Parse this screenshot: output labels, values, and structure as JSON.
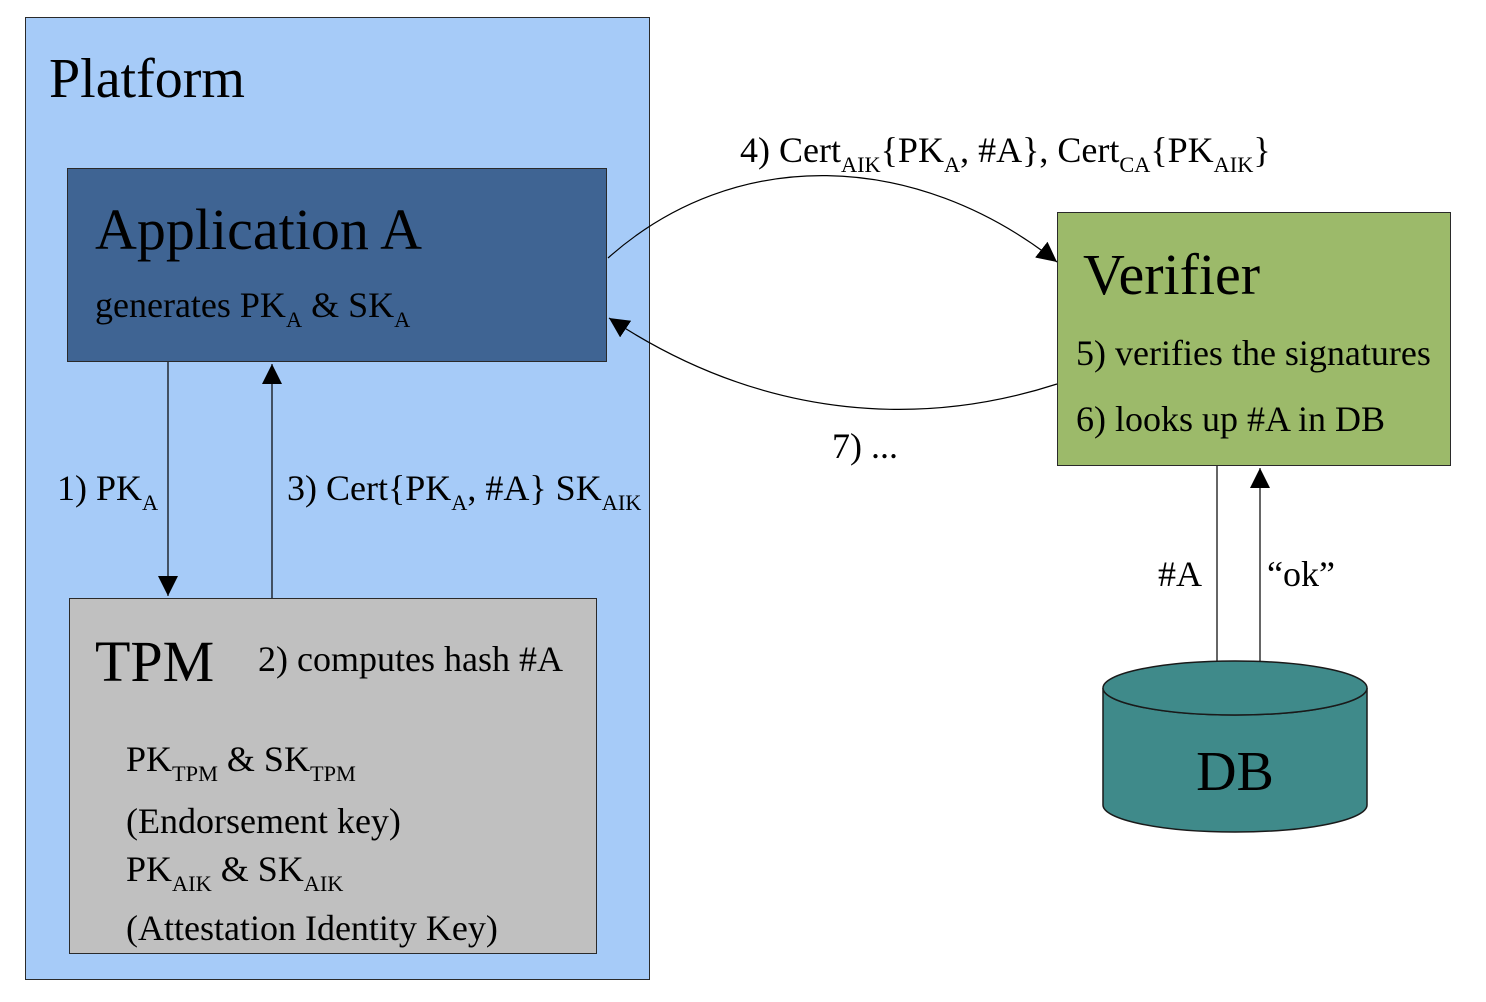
{
  "platform": {
    "title": "Platform"
  },
  "application": {
    "title": "Application A",
    "desc": {
      "pre": "generates PK",
      "sub1": "A",
      "mid": " & SK",
      "sub2": "A"
    }
  },
  "tpm": {
    "title": "TPM",
    "step2": "2) computes hash #A",
    "ek": {
      "pk": "PK",
      "pk_sub": "TPM",
      "mid": " & SK",
      "sk_sub": "TPM"
    },
    "ek_desc": "(Endorsement key)",
    "aik": {
      "pk": "PK",
      "pk_sub": "AIK",
      "mid": " & SK",
      "sk_sub": "AIK"
    },
    "aik_desc": "(Attestation Identity Key)"
  },
  "verifier": {
    "title": "Verifier",
    "step5": "5) verifies the signatures",
    "step6": "6) looks up #A in DB"
  },
  "db": {
    "label": "DB"
  },
  "labels": {
    "step1": {
      "pre": "1) PK",
      "sub": "A"
    },
    "step3": {
      "pre": "3) Cert{PK",
      "sub1": "A",
      "mid": ", #A} SK",
      "sub2": "AIK"
    },
    "step4": {
      "p1": "4) Cert",
      "s1": "AIK",
      "p2": "{PK",
      "s2": "A",
      "p3": ", #A}, Cert",
      "s3": "CA",
      "p4": "{PK",
      "s4": "AIK",
      "p5": "}"
    },
    "step7": "7) ...",
    "hash_query": "#A",
    "ok_reply": "“ok”"
  },
  "colors": {
    "platform": "#a6cbf8",
    "application": "#3f6493",
    "tpm": "#c0c0c0",
    "verifier": "#9cba6a",
    "db": "#3f8a8a"
  }
}
